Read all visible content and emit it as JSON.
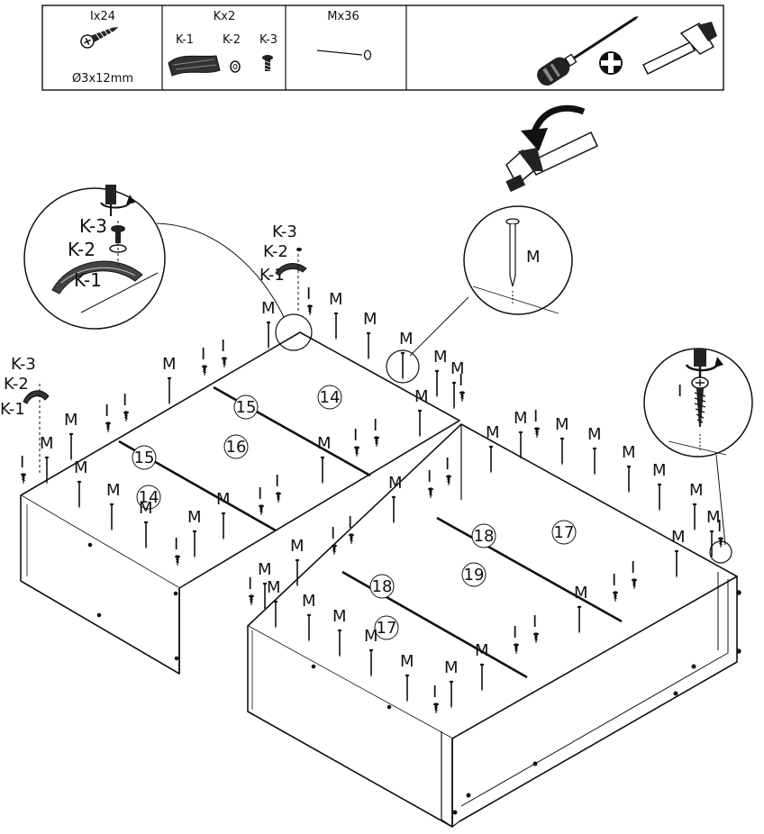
{
  "parts_table": {
    "screw": {
      "header": "Ix24",
      "size": "Ø3x12mm"
    },
    "fitting": {
      "header": "Kx2",
      "labels": [
        "K-1",
        "K-2",
        "K-3"
      ]
    },
    "nail": {
      "header": "Mx36"
    }
  },
  "labels": {
    "screw": "I",
    "nail": "M",
    "k1": "K-1",
    "k2": "K-2",
    "k3": "K-3"
  },
  "panels": {
    "p14": "14",
    "p15": "15",
    "p16": "16",
    "p17": "17",
    "p18": "18",
    "p19": "19"
  },
  "icons": [
    "screw-icon",
    "handle-icon",
    "washer-icon",
    "bolt-icon",
    "nail-icon",
    "screwdriver-icon",
    "phillips-bit-icon",
    "hammer-icon",
    "rotation-arrow-icon"
  ]
}
